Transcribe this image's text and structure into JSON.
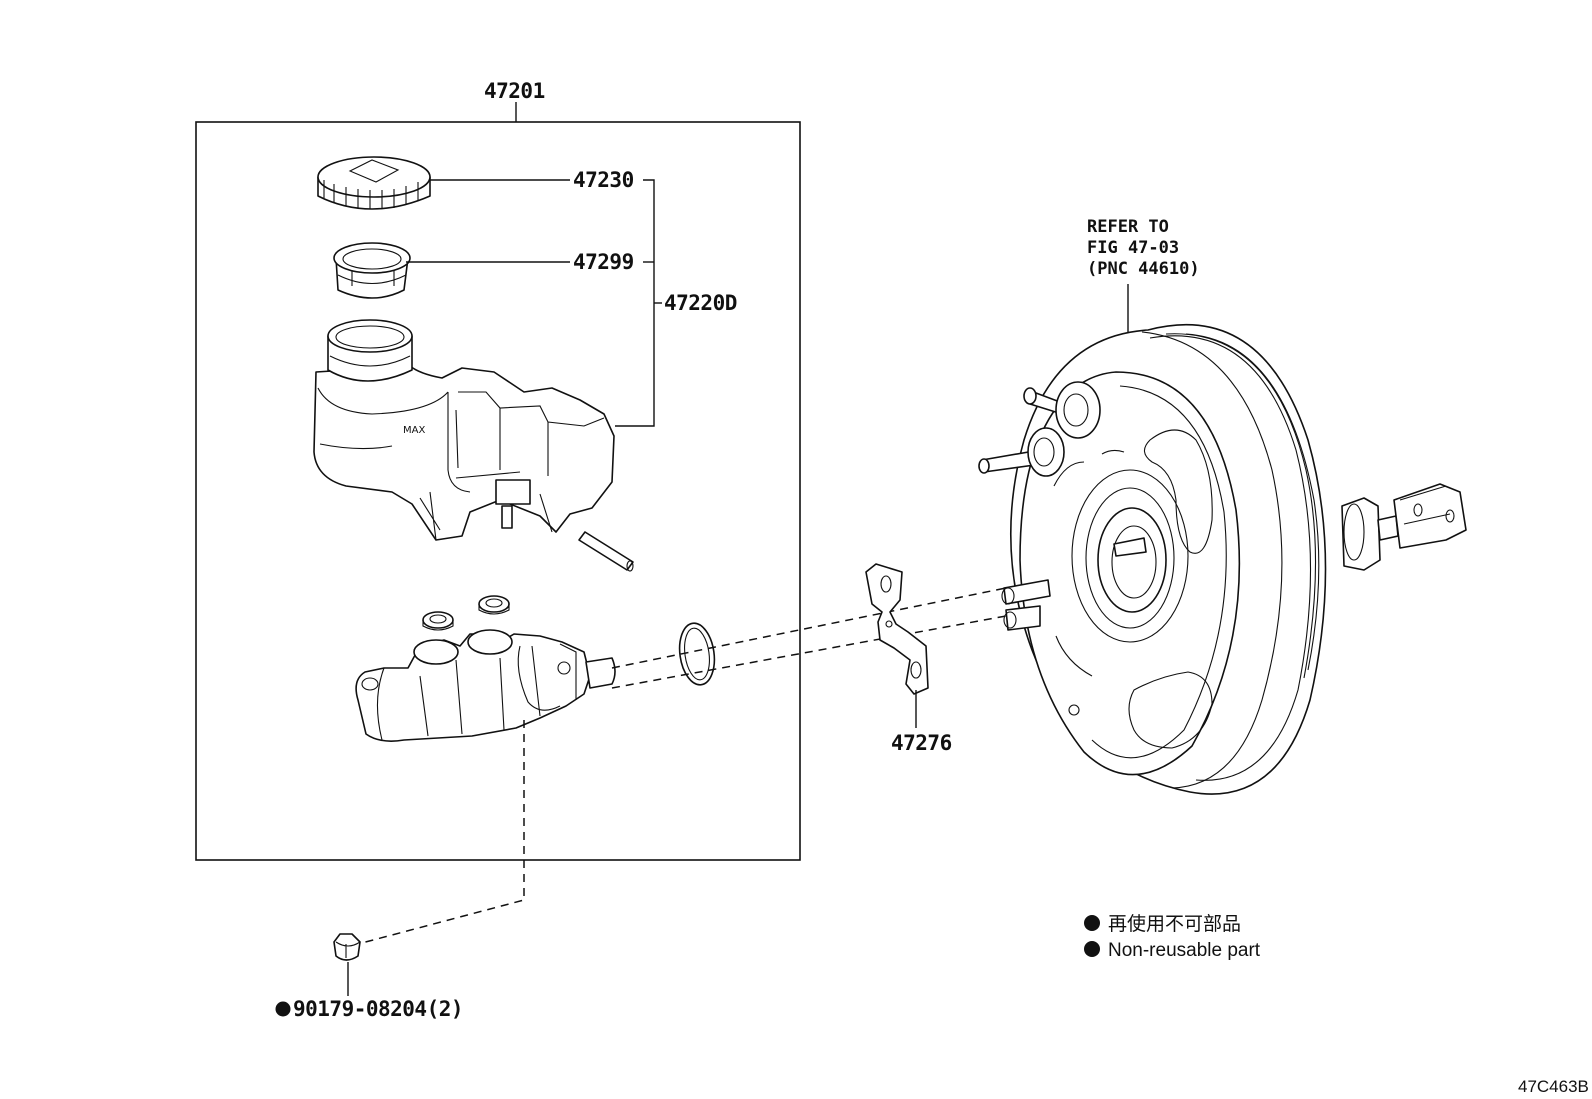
{
  "callouts": {
    "assembly": "47201",
    "cap": "47230",
    "strainer": "47299",
    "reservoir": "47220D",
    "gasket": "47276",
    "plug": "90179-08204(2)"
  },
  "refer_note": {
    "line1": "REFER TO",
    "line2": "FIG 47-03",
    "line3": "(PNC 44610)"
  },
  "legend": {
    "japanese": "再使用不可部品",
    "english": "Non-reusable part"
  },
  "figure_id": "47C463B"
}
